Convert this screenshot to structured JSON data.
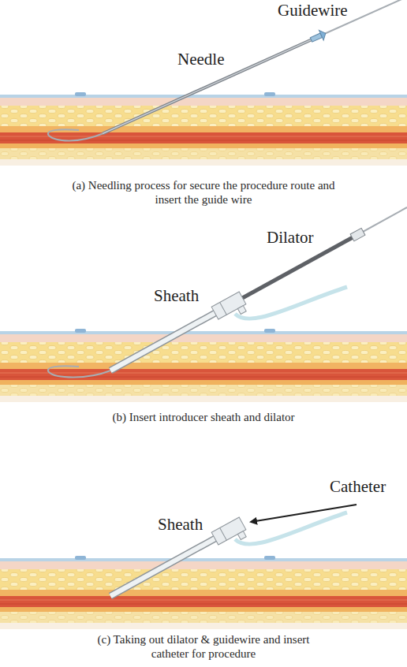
{
  "diagram": {
    "labels": [
      "Guidewire",
      "Needle",
      "(a) Needling process for secure the procedure route and insert the guide wire",
      "Dilator",
      "Sheath",
      "(b) Insert introducer sheath and dilator",
      "Catheter",
      "Sheath",
      "(c) Taking out dilator & guidewire and insert catheter for procedure"
    ]
  }
}
